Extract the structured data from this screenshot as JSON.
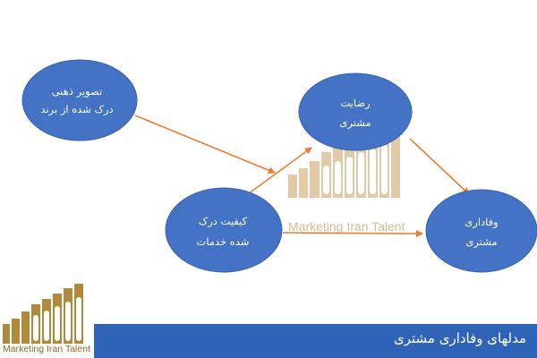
{
  "watermark": {
    "text": "Marketing Iran Talent",
    "color": "#D6B98B"
  },
  "nodes": {
    "brand_image": {
      "line1": "تصویر ذهنی",
      "line2": "درک شده از برند"
    },
    "satisfaction": {
      "line1": "رضایت",
      "line2": "مشتری"
    },
    "service_quality": {
      "line1": "کیفیت درک",
      "line2": "شده خدمات"
    },
    "loyalty": {
      "line1": "وفاداری",
      "line2": "مشتری"
    }
  },
  "logo": {
    "text": "Marketing Iran Talent",
    "color": "#B08A3A"
  },
  "footer": {
    "title": "مدلهای وفاداری مشتری",
    "color": "#2E63B8"
  },
  "colors": {
    "node_fill": "#4472C4",
    "edge": "#ED7D31",
    "text": "#FFFFFF"
  }
}
